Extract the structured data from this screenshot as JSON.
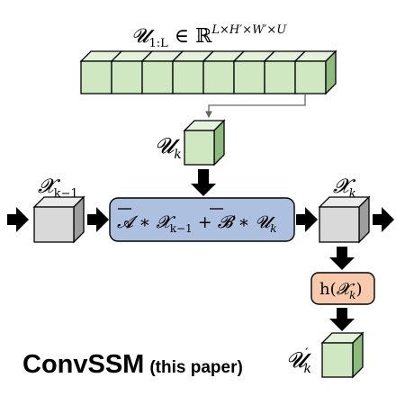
{
  "diagram": {
    "top_label": {
      "main": "𝓤",
      "sub": "1:L",
      "rest": " ∈ ℝ",
      "sup": "L×H′×W′×U"
    },
    "uk_label": {
      "main": "𝓤",
      "sub": "k"
    },
    "xk_minus_1_label": {
      "main": "𝓧",
      "sub": "k−1"
    },
    "xk_label": {
      "main": "𝓧",
      "sub": "k"
    },
    "equation": {
      "A": "𝓐",
      "op1": " ∗ ",
      "X": "𝓧",
      "Xsub": "k−1",
      "plus": " + ",
      "B": "𝓑",
      "op2": " ∗ ",
      "U": "𝓤",
      "Usub": "k"
    },
    "h_box": {
      "fn": "h(",
      "X": "𝓧",
      "sub": "k",
      "close": ")"
    },
    "output_label": {
      "main": "𝓤",
      "sup": "′",
      "sub": "k"
    },
    "title": {
      "main": "ConvSSM",
      "paren": "(this paper)"
    },
    "colors": {
      "green_cube": "#cfe8c2",
      "green_dark": "#8fba7e",
      "gray_cube": "#d9d9d9",
      "gray_dark": "#9e9e9e",
      "blue_box": "#aec0e0",
      "orange_box": "#f7c9ad"
    },
    "sequence_cube_count": 8
  }
}
